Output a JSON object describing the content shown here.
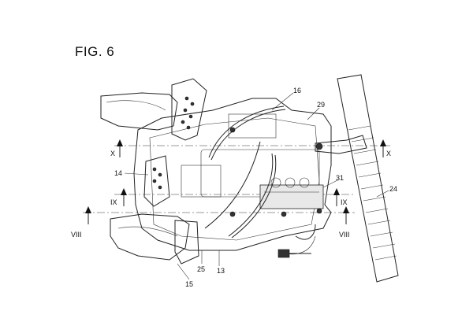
{
  "figure": {
    "title": "FIG. 6"
  },
  "reference_numerals": {
    "n16": "16",
    "n29": "29",
    "n14": "14",
    "n31": "31",
    "n24": "24",
    "n25": "25",
    "n13": "13",
    "n15": "15"
  },
  "section_markers": {
    "x_left": "X",
    "x_right": "X",
    "ix_left": "IX",
    "ix_right": "IX",
    "viii_left": "VIII",
    "viii_right": "VIII"
  }
}
